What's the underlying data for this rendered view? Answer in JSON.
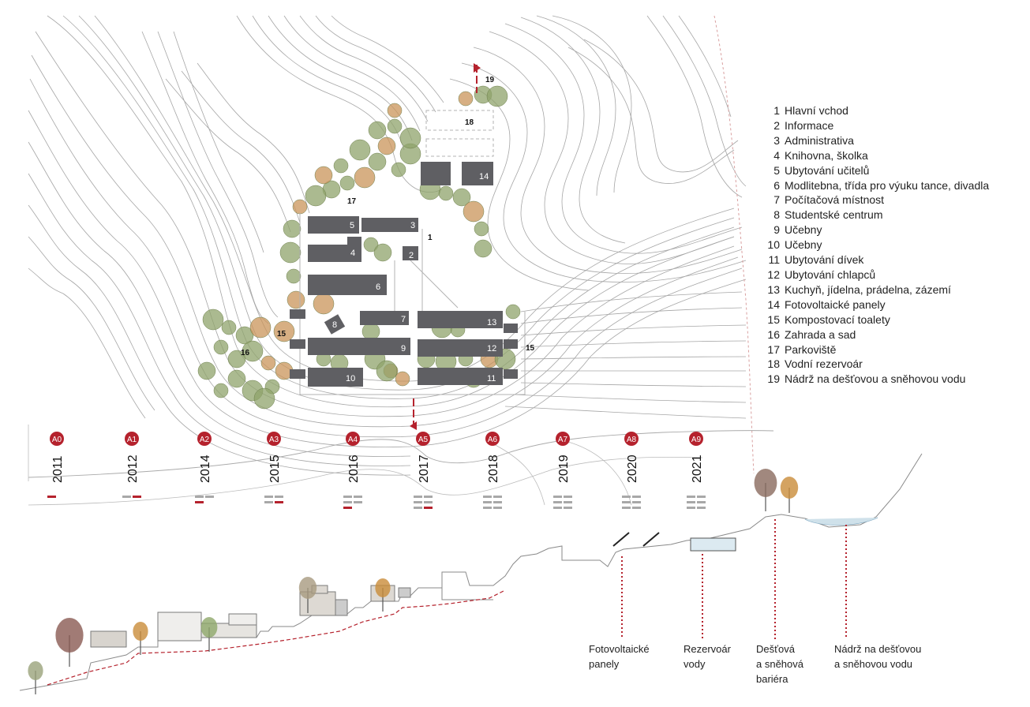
{
  "legend": [
    {
      "num": "1",
      "label": "Hlavní vchod"
    },
    {
      "num": "2",
      "label": "Informace"
    },
    {
      "num": "3",
      "label": "Administrativa"
    },
    {
      "num": "4",
      "label": "Knihovna, školka"
    },
    {
      "num": "5",
      "label": "Ubytování učitelů"
    },
    {
      "num": "6",
      "label": "Modlitebna, třída pro výuku tance, divadla"
    },
    {
      "num": "7",
      "label": "Počítačová místnost"
    },
    {
      "num": "8",
      "label": "Studentské centrum"
    },
    {
      "num": "9",
      "label": "Učebny"
    },
    {
      "num": "10",
      "label": "Učebny"
    },
    {
      "num": "11",
      "label": "Ubytování dívek"
    },
    {
      "num": "12",
      "label": "Ubytování chlapců"
    },
    {
      "num": "13",
      "label": "Kuchyň, jídelna, prádelna, zázemí"
    },
    {
      "num": "14",
      "label": "Fotovoltaické panely"
    },
    {
      "num": "15",
      "label": "Kompostovací toalety"
    },
    {
      "num": "16",
      "label": "Zahrada a sad"
    },
    {
      "num": "17",
      "label": "Parkoviště"
    },
    {
      "num": "18",
      "label": "Vodní rezervoár"
    },
    {
      "num": "19",
      "label": "Nádrž na dešťovou a sněhovou vodu"
    }
  ],
  "plan_labels": {
    "b1": "1",
    "b2": "2",
    "b3": "3",
    "b4": "4",
    "b5": "5",
    "b6": "6",
    "b7": "7",
    "b8": "8",
    "b9": "9",
    "b10": "10",
    "b11": "11",
    "b12": "12",
    "b13": "13",
    "b14": "14",
    "b15a": "15",
    "b15b": "15",
    "b16": "16",
    "b17": "17",
    "b18": "18",
    "b19": "19"
  },
  "phases": [
    {
      "code": "A0",
      "year": "2011"
    },
    {
      "code": "A1",
      "year": "2012"
    },
    {
      "code": "A2",
      "year": "2014"
    },
    {
      "code": "A3",
      "year": "2015"
    },
    {
      "code": "A4",
      "year": "2016"
    },
    {
      "code": "A5",
      "year": "2017"
    },
    {
      "code": "A6",
      "year": "2018"
    },
    {
      "code": "A7",
      "year": "2019"
    },
    {
      "code": "A8",
      "year": "2020"
    },
    {
      "code": "A9",
      "year": "2021"
    }
  ],
  "section_labels": {
    "pv_line1": "Fotovoltaické",
    "pv_line2": "panely",
    "res_line1": "Rezervoár",
    "res_line2": "vody",
    "bar_line1": "Dešťová",
    "bar_line2": "a sněhová",
    "bar_line3": "bariéra",
    "tank_line1": "Nádrž na dešťovou",
    "tank_line2": "a sněhovou vodu"
  },
  "colors": {
    "accent": "#b5222d",
    "building": "#5e5e62",
    "contour": "#9a9a9a",
    "tree_green": "#8fa36b",
    "tree_orange": "#c9945a"
  }
}
